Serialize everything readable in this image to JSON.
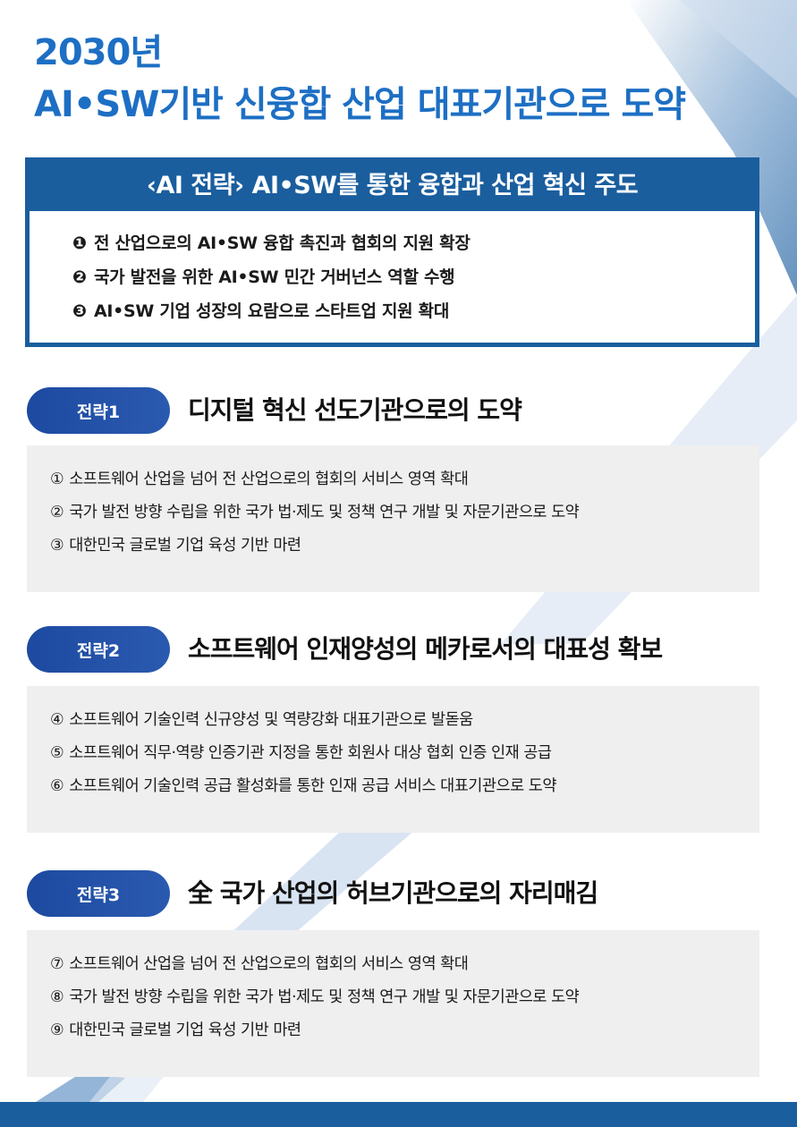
{
  "title": {
    "line1": "2030년",
    "line2": "AI•SW기반 신융합 산업 대표기관으로 도약"
  },
  "strategy": {
    "heading": "‹AI 전략› AI•SW를 통한 융합과 산업 혁신 주도",
    "items": [
      {
        "bullet": "❶",
        "text": "전 산업으로의 AI•SW 융합 촉진과 협회의 지원 확장"
      },
      {
        "bullet": "❷",
        "text": "국가 발전을 위한 AI•SW 민간 거버넌스 역할 수행"
      },
      {
        "bullet": "❸",
        "text": "AI•SW 기업 성장의 요람으로 스타트업 지원 확대"
      }
    ]
  },
  "sections": [
    {
      "label": "전략1",
      "title": "디지털 혁신 선도기관으로의 도약",
      "items": [
        {
          "num": "①",
          "text": "소프트웨어 산업을 넘어 전 산업으로의 협회의 서비스 영역 확대"
        },
        {
          "num": "②",
          "text": "국가 발전 방향 수립을 위한 국가 법·제도 및 정책 연구 개발 및 자문기관으로 도약"
        },
        {
          "num": "③",
          "text": "대한민국 글로벌 기업 육성 기반 마련"
        }
      ]
    },
    {
      "label": "전략2",
      "title": "소프트웨어 인재양성의 메카로서의 대표성 확보",
      "items": [
        {
          "num": "④",
          "text": "소프트웨어 기술인력 신규양성 및 역량강화 대표기관으로 발돋움"
        },
        {
          "num": "⑤",
          "text": "소프트웨어 직무·역량 인증기관 지정을 통한 회원사 대상 협회 인증 인재 공급"
        },
        {
          "num": "⑥",
          "text": "소프트웨어 기술인력 공급 활성화를 통한 인재 공급 서비스 대표기관으로 도약"
        }
      ]
    },
    {
      "label": "전략3",
      "title": "全 국가 산업의 허브기관으로의 자리매김",
      "items": [
        {
          "num": "⑦",
          "text": "소프트웨어 산업을 넘어 전 산업으로의 협회의 서비스 영역 확대"
        },
        {
          "num": "⑧",
          "text": "국가 발전 방향 수립을 위한 국가 법·제도 및 정책 연구 개발 및 자문기관으로 도약"
        },
        {
          "num": "⑨",
          "text": "대한민국 글로벌 기업 육성 기반 마련"
        }
      ]
    }
  ],
  "colors": {
    "title_blue": "#1d6fc4",
    "banner_blue": "#1a5e9e",
    "pill_blue": "#1d4aa0",
    "box_gray": "#efefef"
  }
}
